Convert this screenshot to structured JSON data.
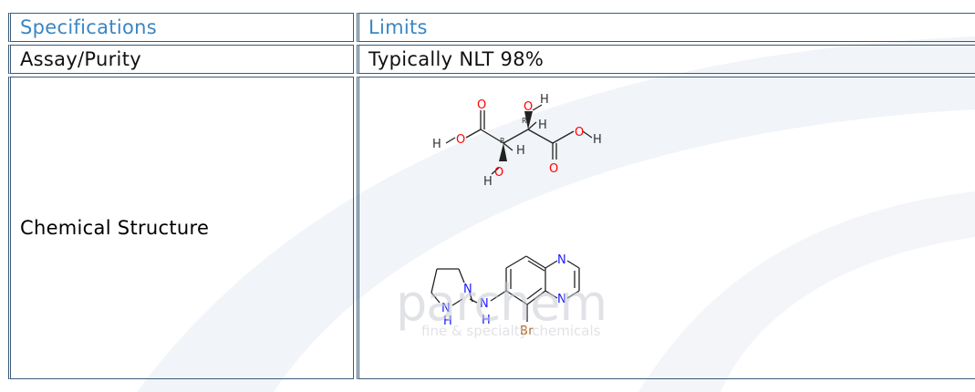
{
  "table": {
    "header": {
      "specifications": "Specifications",
      "limits": "Limits"
    },
    "rows": [
      {
        "spec": "Assay/Purity",
        "limit": "Typically NLT 98%"
      },
      {
        "spec": "Chemical Structure"
      }
    ]
  },
  "structure": {
    "tartaric_atoms": {
      "o": "O",
      "h": "H",
      "stereo": "R"
    },
    "brimonidine_atoms": {
      "n": "N",
      "h": "H",
      "br": "Br"
    }
  },
  "watermark": {
    "name": "parchem",
    "tagline": "fine & specialty chemicals"
  },
  "colors": {
    "header_text": "#3a86c4",
    "border": "#3a5a7a",
    "bromine": "#b5651d",
    "nitrogen": "#1a1aff",
    "oxygen": "#ff0000"
  }
}
